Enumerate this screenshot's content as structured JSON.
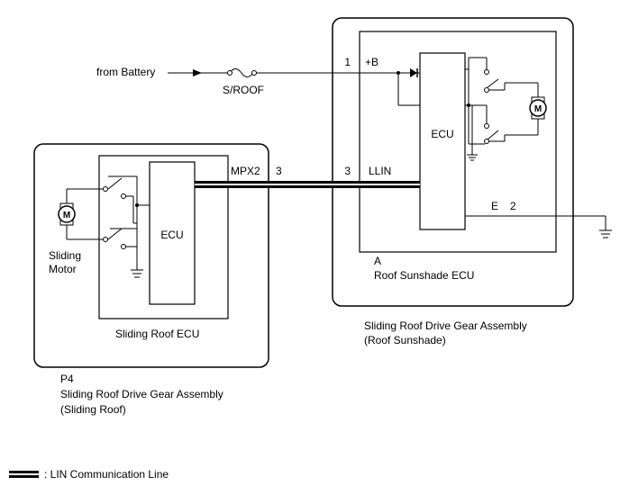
{
  "power": {
    "source_label": "from Battery",
    "fuse_label": "S/ROOF"
  },
  "sunshade_assembly": {
    "connector": "A",
    "ecu_name": "Roof Sunshade ECU",
    "inner_ecu_label": "ECU",
    "assembly_line1": "Sliding Roof Drive Gear Assembly",
    "assembly_line2": "(Roof Sunshade)",
    "motor_label": "M",
    "pins": {
      "battery_pin": "1",
      "battery_terminal": "+B",
      "lin_pin": "3",
      "lin_terminal": "LLIN",
      "ground_terminal": "E",
      "ground_pin": "2"
    }
  },
  "sliding_roof_assembly": {
    "connector": "P4",
    "ecu_name": "Sliding Roof ECU",
    "inner_ecu_label": "ECU",
    "assembly_line1": "Sliding Roof Drive Gear Assembly",
    "assembly_line2": "(Sliding Roof)",
    "motor_label": "M",
    "motor_name_line1": "Sliding",
    "motor_name_line2": "Motor",
    "pins": {
      "lin_terminal": "MPX2",
      "lin_pin": "3"
    }
  },
  "legend": {
    "lin_line": ": LIN Communication Line"
  }
}
